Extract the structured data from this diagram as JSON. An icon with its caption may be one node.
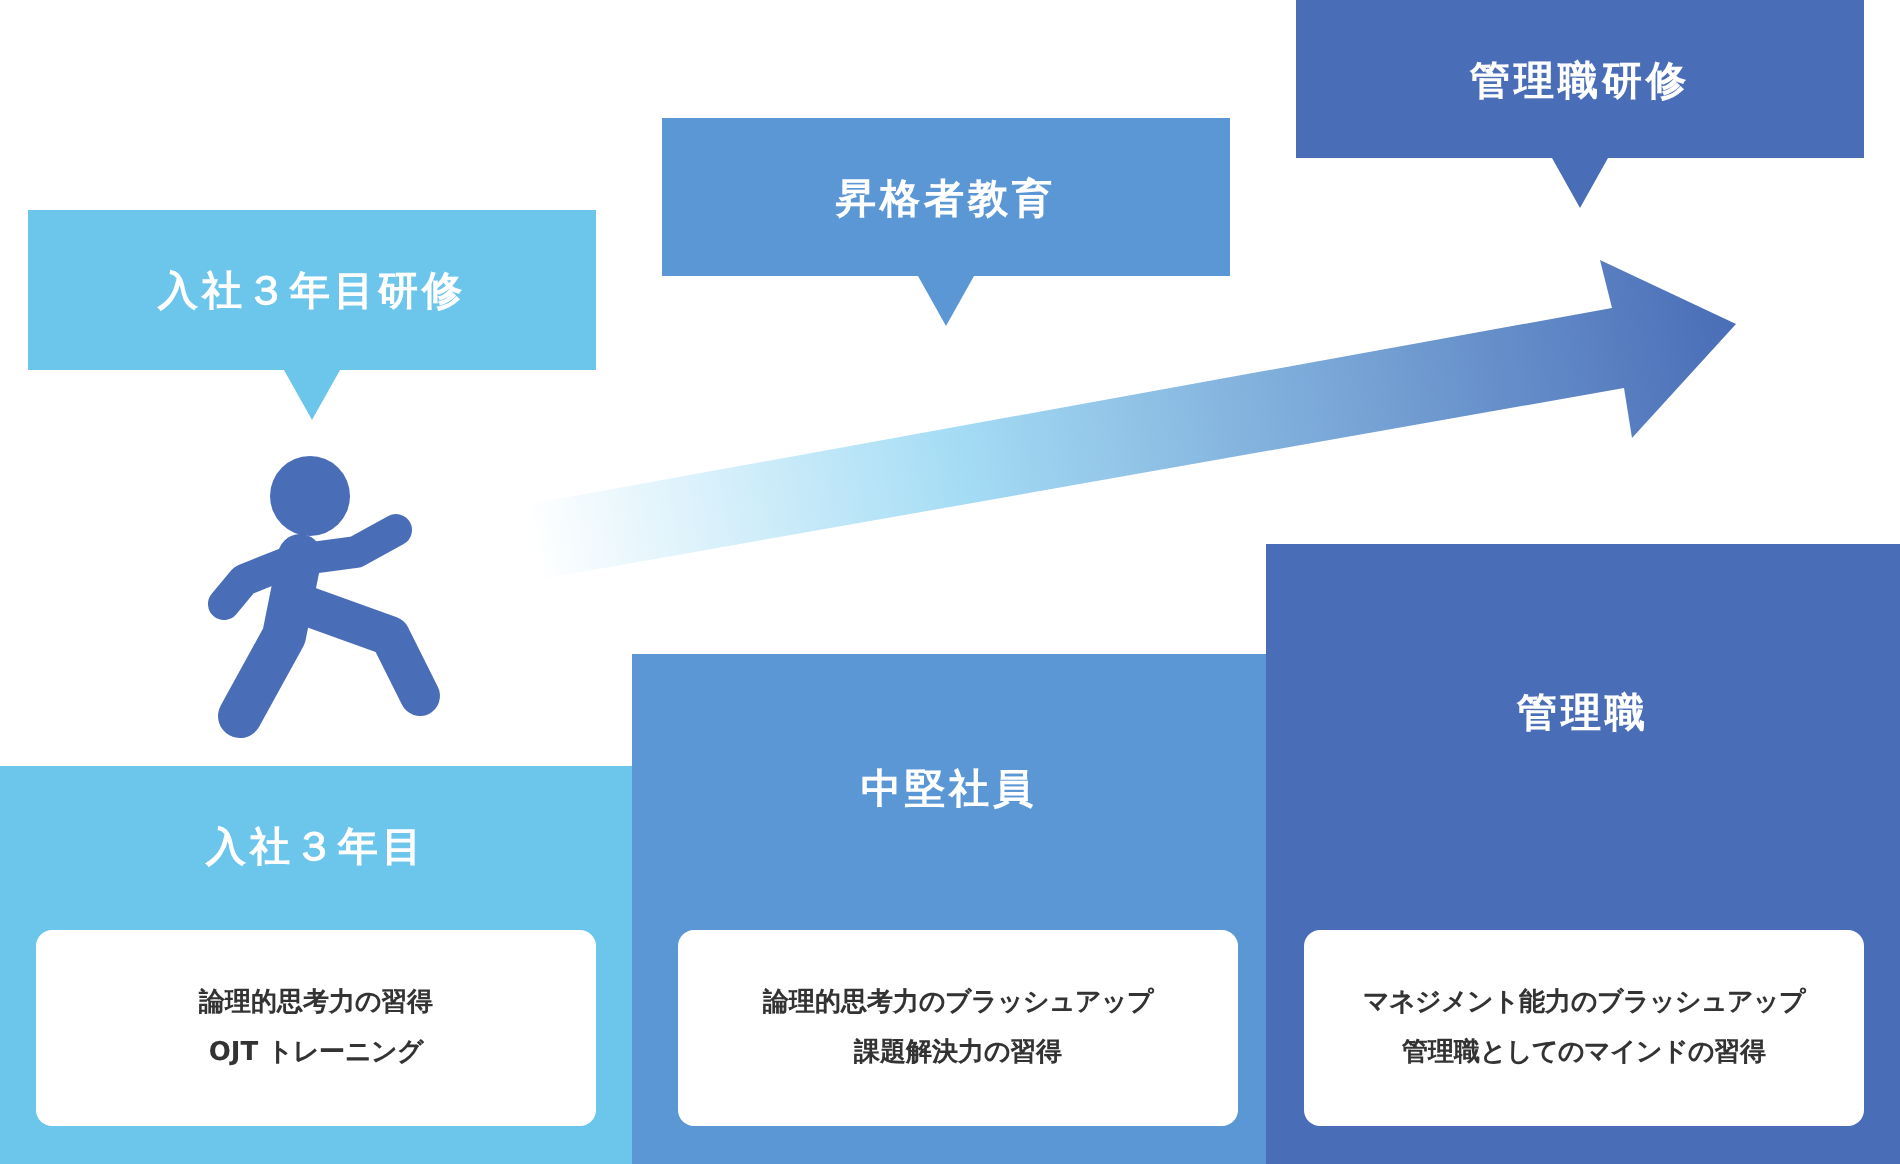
{
  "diagram": {
    "nodes": [
      {
        "text": [
          "入社３年目研修"
        ]
      },
      {
        "text": [
          "昇格者教育"
        ]
      },
      {
        "text": [
          "管理職研修"
        ]
      },
      {
        "text": [
          "入社３年目"
        ]
      },
      {
        "text": [
          "論理的思考力の習得",
          "OJT トレーニング"
        ],
        "in": 3
      },
      {
        "text": [
          "中堅社員"
        ]
      },
      {
        "text": [
          "論理的思考力のブラッシュアップ",
          "課題解決力の習得"
        ],
        "in": 5
      },
      {
        "text": [
          "管理職"
        ]
      },
      {
        "text": [
          "マネジメント能力のブラッシュアップ",
          "管理職としてのマインドの習得"
        ],
        "in": 7
      }
    ]
  }
}
